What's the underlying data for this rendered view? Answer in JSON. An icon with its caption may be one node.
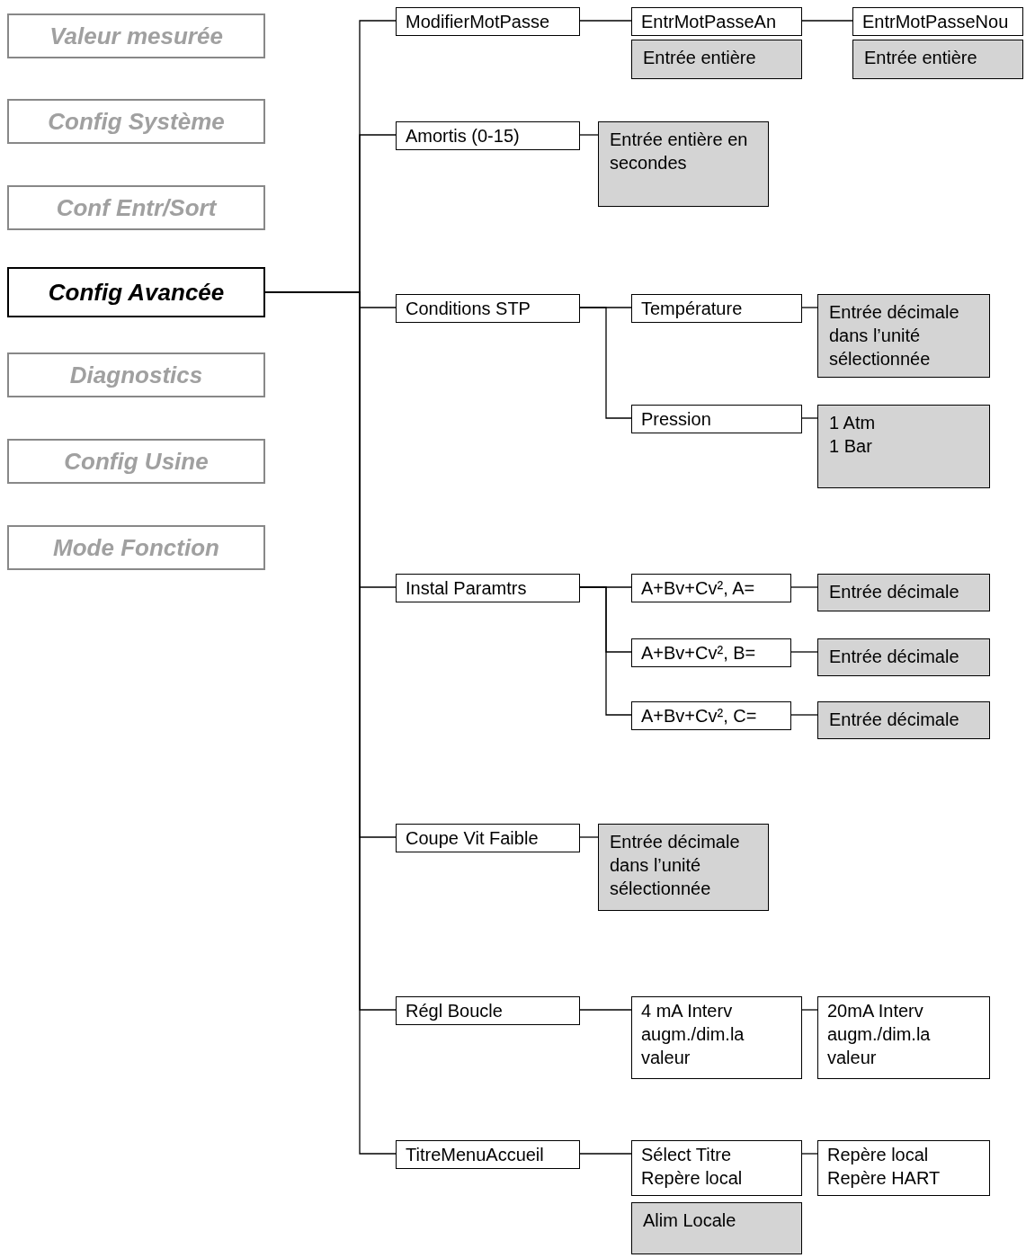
{
  "diagram": {
    "nodes": [
      {
        "text": [
          "Valeur mesurée"
        ]
      },
      {
        "text": [
          "Config Système"
        ]
      },
      {
        "text": [
          "Conf Entr/Sort"
        ]
      },
      {
        "text": [
          "Config Avancée"
        ]
      },
      {
        "text": [
          "Diagnostics"
        ]
      },
      {
        "text": [
          "Config Usine"
        ]
      },
      {
        "text": [
          "Mode Fonction"
        ]
      },
      {
        "text": [
          "ModifierMotPasse"
        ]
      },
      {
        "text": [
          "EntrMotPasseAn"
        ]
      },
      {
        "text": [
          "Entrée entière"
        ]
      },
      {
        "text": [
          "EntrMotPasseNou"
        ]
      },
      {
        "text": [
          "Entrée entière"
        ]
      },
      {
        "text": [
          "Amortis (0-15)"
        ]
      },
      {
        "text": [
          "Entrée entière en secondes"
        ]
      },
      {
        "text": [
          "Conditions STP"
        ]
      },
      {
        "text": [
          "Température"
        ]
      },
      {
        "text": [
          "Entrée décimale dans l’unité sélectionnée"
        ]
      },
      {
        "text": [
          "Pression"
        ]
      },
      {
        "text": [
          "1 Atm",
          "1 Bar"
        ]
      },
      {
        "text": [
          "Instal Paramtrs"
        ]
      },
      {
        "text": [
          "A+Bv+Cv², A="
        ]
      },
      {
        "text": [
          "Entrée décimale"
        ]
      },
      {
        "text": [
          "A+Bv+Cv², B="
        ]
      },
      {
        "text": [
          "Entrée décimale"
        ]
      },
      {
        "text": [
          "A+Bv+Cv², C="
        ]
      },
      {
        "text": [
          "Entrée décimale"
        ]
      },
      {
        "text": [
          "Coupe Vit Faible"
        ]
      },
      {
        "text": [
          "Entrée décimale dans l’unité sélectionnée"
        ]
      },
      {
        "text": [
          "Régl Boucle"
        ]
      },
      {
        "text": [
          "4 mA Interv augm./dim.la valeur"
        ]
      },
      {
        "text": [
          "20mA Interv augm./dim.la valeur"
        ]
      },
      {
        "text": [
          "TitreMenuAccueil"
        ]
      },
      {
        "text": [
          "Sélect Titre",
          "Repère local"
        ]
      },
      {
        "text": [
          "Repère local",
          "Repère HART"
        ]
      },
      {
        "text": [
          "Alim Locale"
        ]
      }
    ],
    "edges": [
      {
        "from": 3,
        "to": 7,
        "arrow": "none"
      },
      {
        "from": 3,
        "to": 12,
        "arrow": "none"
      },
      {
        "from": 3,
        "to": 14,
        "arrow": "none"
      },
      {
        "from": 3,
        "to": 19,
        "arrow": "none"
      },
      {
        "from": 3,
        "to": 26,
        "arrow": "none"
      },
      {
        "from": 3,
        "to": 28,
        "arrow": "none"
      },
      {
        "from": 3,
        "to": 31,
        "arrow": "none"
      },
      {
        "from": 7,
        "to": 8,
        "arrow": "none"
      },
      {
        "from": 8,
        "to": 10,
        "arrow": "none"
      },
      {
        "from": 12,
        "to": 13,
        "arrow": "none"
      },
      {
        "from": 14,
        "to": 15,
        "arrow": "none"
      },
      {
        "from": 14,
        "to": 17,
        "arrow": "none"
      },
      {
        "from": 15,
        "to": 16,
        "arrow": "none"
      },
      {
        "from": 17,
        "to": 18,
        "arrow": "none"
      },
      {
        "from": 19,
        "to": 20,
        "arrow": "none"
      },
      {
        "from": 19,
        "to": 22,
        "arrow": "none"
      },
      {
        "from": 19,
        "to": 24,
        "arrow": "none"
      },
      {
        "from": 20,
        "to": 21,
        "arrow": "none"
      },
      {
        "from": 22,
        "to": 23,
        "arrow": "none"
      },
      {
        "from": 24,
        "to": 25,
        "arrow": "none"
      },
      {
        "from": 26,
        "to": 27,
        "arrow": "none"
      },
      {
        "from": 28,
        "to": 29,
        "arrow": "none"
      },
      {
        "from": 29,
        "to": 30,
        "arrow": "none"
      },
      {
        "from": 31,
        "to": 32,
        "arrow": "none"
      },
      {
        "from": 32,
        "to": 33,
        "arrow": "none"
      }
    ]
  }
}
